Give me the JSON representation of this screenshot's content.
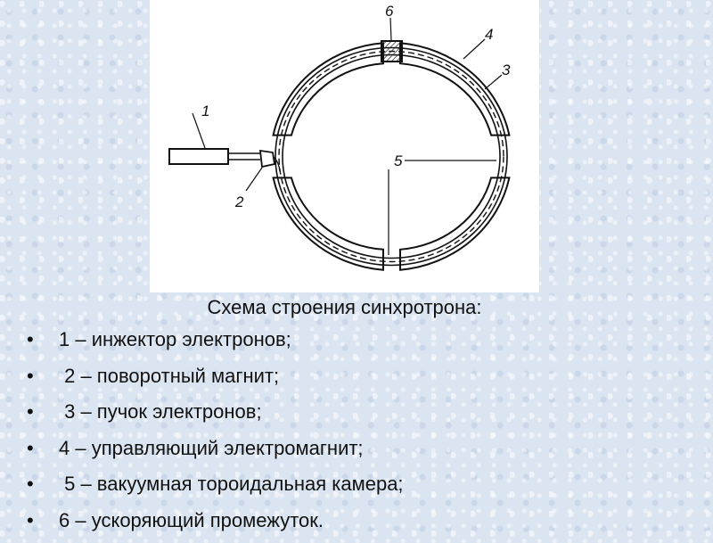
{
  "diagram": {
    "labels": {
      "injector": "1",
      "turning_magnet": "2",
      "electron_beam": "3",
      "electromagnet": "4",
      "vacuum_chamber": "5",
      "accelerating_gap": "6"
    }
  },
  "caption": "Схема строения синхротрона:",
  "legend": {
    "bullet": "•",
    "items": [
      "1 – инжектор электронов;",
      " 2 – поворотный магнит;",
      " 3 – пучок электронов;",
      "4 – управляющий электромагнит;",
      " 5 – вакуумная тороидальная камера;",
      "6 – ускоряющий промежуток."
    ]
  }
}
